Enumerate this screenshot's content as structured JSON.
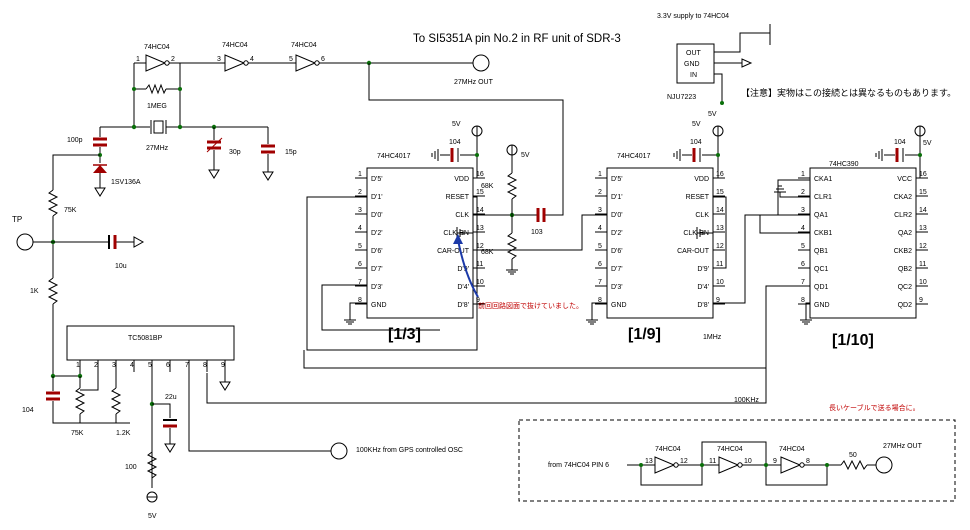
{
  "title": "To SI5351A pin No.2 in RF unit of SDR-3",
  "supply_note": "3.3V supply to 74HC04",
  "caution_note": "【注意】実物はこの接続とは異なるものもあります。",
  "missing_note": "前回回路図面で抜けていました。",
  "long_cable_note": "長いケーブルで送る場合に。",
  "outputs": {
    "out_27mhz": "27MHz OUT",
    "out_27mhz_2": "27MHz OUT",
    "in_100khz": "100KHz from GPS controlled OSC",
    "tp": "TP",
    "from_pin6": "from 74HC04 PIN 6"
  },
  "ratios": {
    "r1": "[1/3]",
    "r2": "[1/9]",
    "r3": "[1/10]"
  },
  "freqs": {
    "f1mhz": "1MHz",
    "f100khz": "100KHz",
    "f27mhz": "27MHz"
  },
  "regulator": {
    "part": "NJU7223",
    "pins": [
      "OUT",
      "GND",
      "IN"
    ],
    "label_5v": "5V"
  },
  "parts": {
    "gate": "74HC04",
    "r_1meg": "1MEG",
    "c_100p": "100p",
    "varicap": "1SV136A",
    "r_75k": "75K",
    "r_1k": "1K",
    "c_10u": "10u",
    "c_30p": "30p",
    "c_15p": "15p",
    "c_104": "104",
    "c_103": "103",
    "r_68k": "68K",
    "pll": "TC5081BP",
    "c_22u": "22u",
    "r_1_2k": "1.2K",
    "r_100": "100",
    "r_50": "50",
    "v5": "5V"
  },
  "gate_pins": {
    "g1": [
      "1",
      "2"
    ],
    "g2": [
      "3",
      "4"
    ],
    "g3": [
      "5",
      "6"
    ],
    "g4": [
      "13",
      "12"
    ],
    "g5": [
      "11",
      "10"
    ],
    "g6": [
      "9",
      "8"
    ]
  },
  "ic1": {
    "name": "74HC4017",
    "left_pins": [
      "1",
      "2",
      "3",
      "4",
      "5",
      "6",
      "7",
      "8"
    ],
    "left_labels": [
      "D'5'",
      "D'1'",
      "D'0'",
      "D'2'",
      "D'6'",
      "D'7'",
      "D'3'",
      "GND"
    ],
    "right_pins": [
      "16",
      "15",
      "14",
      "13",
      "12",
      "11",
      "10",
      "9"
    ],
    "right_labels": [
      "VDD",
      "RESET",
      "CLK",
      "CLK-EN",
      "CAR-OUT",
      "D'9'",
      "D'4'",
      "D'8'"
    ]
  },
  "ic2": {
    "name": "74HC4017",
    "left_pins": [
      "1",
      "2",
      "3",
      "4",
      "5",
      "6",
      "7",
      "8"
    ],
    "left_labels": [
      "D'5'",
      "D'1'",
      "D'0'",
      "D'2'",
      "D'6'",
      "D'7'",
      "D'3'",
      "GND"
    ],
    "right_pins": [
      "16",
      "15",
      "14",
      "13",
      "12",
      "11",
      "10",
      "9"
    ],
    "right_labels": [
      "VDD",
      "RESET",
      "CLK",
      "CLK-EN",
      "CAR-OUT",
      "D'9'",
      "D'4'",
      "D'8'"
    ]
  },
  "ic3": {
    "name": "74HC390",
    "left_pins": [
      "1",
      "2",
      "3",
      "4",
      "5",
      "6",
      "7",
      "8"
    ],
    "left_labels": [
      "CKA1",
      "CLR1",
      "QA1",
      "CKB1",
      "QB1",
      "QC1",
      "QD1",
      "GND"
    ],
    "right_pins": [
      "16",
      "15",
      "14",
      "13",
      "12",
      "11",
      "10",
      "9"
    ],
    "right_labels": [
      "VCC",
      "CKA2",
      "CLR2",
      "QA2",
      "CKB2",
      "QB2",
      "QC2",
      "QD2"
    ]
  },
  "ic4": {
    "pins": [
      "1",
      "2",
      "3",
      "4",
      "5",
      "6",
      "7",
      "8",
      "9"
    ]
  }
}
